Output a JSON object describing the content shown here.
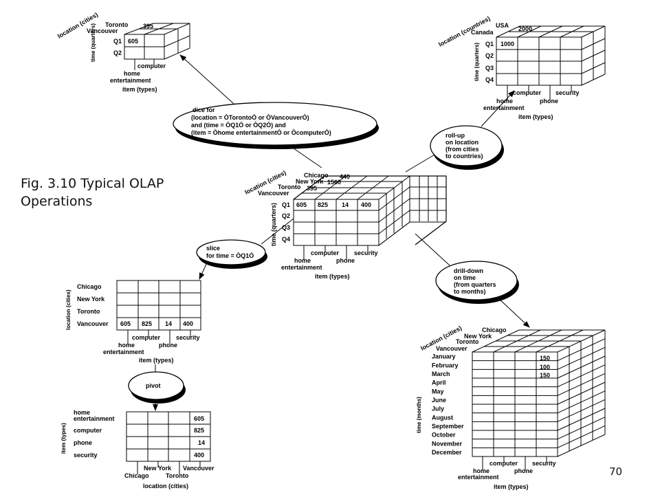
{
  "caption_lines": [
    "Fig. 3.10 Typical OLAP",
    "Operations"
  ],
  "page_number": "70",
  "center_cube": {
    "cities": [
      "Chicago",
      "New York",
      "Toronto",
      "Vancouver"
    ],
    "back_values": [
      "440",
      "1560",
      "395"
    ],
    "quarters": [
      "Q1",
      "Q2",
      "Q3",
      "Q4"
    ],
    "q1_values": [
      "605",
      "825",
      "14",
      "400"
    ],
    "axis_location": "location (cities)",
    "axis_time": "time (quarters)",
    "items_top": [
      "computer",
      "security"
    ],
    "items_bottom": [
      "home",
      "phone"
    ],
    "items_bottom2": "entertainment",
    "axis_item": "item (types)"
  },
  "dice_cube": {
    "cities": [
      "Toronto",
      "Vancouver"
    ],
    "back_value": "395",
    "quarters": [
      "Q1",
      "Q2"
    ],
    "q1_value": "605",
    "axis_location": "location (cities)",
    "axis_time": "time (quarters)",
    "items": [
      "computer",
      "home",
      "entertainment"
    ],
    "axis_item": "item (types)"
  },
  "rollup_cube": {
    "countries": [
      "USA",
      "Canada"
    ],
    "back_value": "2000",
    "quarters": [
      "Q1",
      "Q2",
      "Q3",
      "Q4"
    ],
    "q1_value": "1000",
    "axis_location": "location (countries)",
    "axis_time": "time (quarters)",
    "items_top": [
      "computer",
      "security"
    ],
    "items_bottom": [
      "home",
      "phone"
    ],
    "items_bottom2": "entertainment",
    "axis_item": "item (types)"
  },
  "slice_table": {
    "cities": [
      "Chicago",
      "New York",
      "Toronto",
      "Vancouver"
    ],
    "vancouver_values": [
      "605",
      "825",
      "14",
      "400"
    ],
    "axis_location": "location (cities)",
    "items_top": [
      "computer",
      "security"
    ],
    "items_bottom": [
      "home",
      "phone"
    ],
    "items_bottom2": "entertainment",
    "axis_item": "item (types)"
  },
  "pivot_table": {
    "items": [
      "home",
      "entertainment",
      "computer",
      "phone",
      "security"
    ],
    "values": [
      "605",
      "825",
      "14",
      "400"
    ],
    "axis_item": "item (types)",
    "cities_top": [
      "New York",
      "Vancouver"
    ],
    "cities_bottom": [
      "Chicago",
      "Toronto"
    ],
    "axis_location": "location (cities)"
  },
  "drill_cube": {
    "cities": [
      "Chicago",
      "New York",
      "Toronto",
      "Vancouver"
    ],
    "months": [
      "January",
      "February",
      "March",
      "April",
      "May",
      "June",
      "July",
      "August",
      "September",
      "October",
      "November",
      "December"
    ],
    "values": [
      "150",
      "100",
      "150"
    ],
    "axis_location": "location (cities)",
    "axis_time": "time (months)",
    "items_top": [
      "computer",
      "security"
    ],
    "items_bottom": [
      "home",
      "phone"
    ],
    "items_bottom2": "entertainment",
    "axis_item": "item (types)"
  },
  "operations": {
    "dice": [
      "dice for",
      "(location = ÒTorontoÓ or ÒVancouverÓ)",
      "and (time = ÒQ1Ó or ÒQ2Ó) and",
      "(item = Òhome entertainmentÓ or ÒcomputerÓ)"
    ],
    "rollup": [
      "roll-up",
      "on location",
      "(from cities",
      "to countries)"
    ],
    "slice": [
      "slice",
      "for time = ÒQ1Ó"
    ],
    "pivot": [
      "pivot"
    ],
    "drilldown": [
      "drill-down",
      "on time",
      "(from quarters",
      "to months)"
    ]
  }
}
